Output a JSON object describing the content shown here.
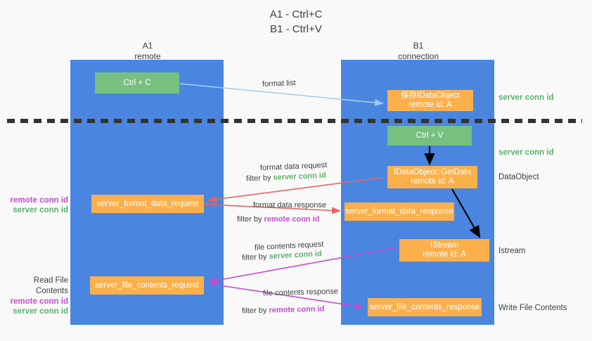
{
  "title": {
    "line1": "A1 - Ctrl+C",
    "line2": "B1 - Ctrl+V"
  },
  "columns": [
    {
      "id": "a1",
      "name": "A1",
      "subtitle": "remote"
    },
    {
      "id": "b1",
      "name": "B1",
      "subtitle": "connection"
    }
  ],
  "nodes": {
    "ctrl_c": {
      "label": "Ctrl + C",
      "color": "#76c080"
    },
    "save_dataobject": {
      "line1": "保存IDataObject",
      "line2": "remote id: A",
      "color": "#fbb04c"
    },
    "ctrl_v": {
      "label": "Ctrl + V",
      "color": "#76c080"
    },
    "getdata": {
      "line1": "IDataObject::GetData",
      "line2": "remote id: A",
      "color": "#fbb04c"
    },
    "format_data_request": {
      "label": "server_format_data_request",
      "color": "#fbb04c"
    },
    "format_data_response": {
      "label": "server_format_data_response",
      "color": "#fbb04c"
    },
    "istream": {
      "line1": "IStream",
      "line2": "remote id: A",
      "color": "#fbb04c"
    },
    "file_contents_request": {
      "label": "server_file_contents_request",
      "color": "#fbb04c"
    },
    "file_contents_response": {
      "label": "server_file_contents_response",
      "color": "#fbb04c"
    }
  },
  "edge_labels": {
    "format_list": "format list",
    "format_data_request": "format data request",
    "format_data_request_filter_prefix": "filter by ",
    "format_data_request_filter_value": "server conn id",
    "format_data_response": "format data response",
    "format_data_response_filter_prefix": "filter by ",
    "format_data_response_filter_value": "remote conn id",
    "file_contents_request": "file contents request",
    "file_contents_request_filter_prefix": "filter by ",
    "file_contents_request_filter_value": "server conn id",
    "file_contents_response": "file contents response",
    "file_contents_response_filter_prefix": "filter by ",
    "file_contents_response_filter_value": "remote conn id"
  },
  "right_annotations": {
    "server_conn_id_top": "server conn id",
    "server_conn_id_mid": "server conn id",
    "dataobject": "DataObject",
    "istream": "Istream",
    "write_file_contents": "Write File Contents"
  },
  "left_annotations": {
    "group1": {
      "remote": "remote conn id",
      "server": "server conn id"
    },
    "group2": {
      "heading": "Read File Contents",
      "remote": "remote conn id",
      "server": "server conn id"
    }
  },
  "colors": {
    "lane_blue": "#4a86e0",
    "node_green": "#76c080",
    "node_orange": "#fbb04c",
    "accent_green_text": "#59b36b",
    "accent_magenta_text": "#c64bd0",
    "arrow_light_blue": "#a8cdf0",
    "arrow_red": "#e8645c",
    "arrow_magenta": "#c64bd0",
    "arrow_black": "#000000",
    "background": "#f9f9f9",
    "divider": "#333333"
  }
}
